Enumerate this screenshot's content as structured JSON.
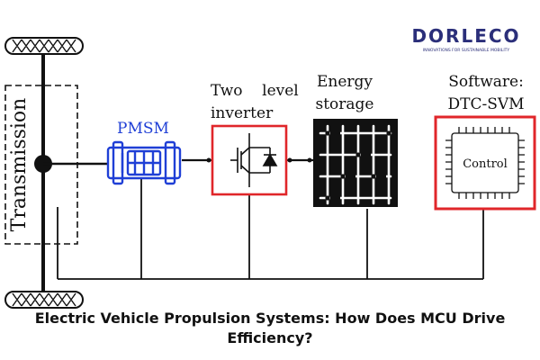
{
  "logo": {
    "text": "DORLECO",
    "tagline": "INNOVATIONS FOR SUSTAINABLE MOBILITY",
    "color": "#2b2f7a"
  },
  "diagram": {
    "transmission_label": "Transmission",
    "pmsm_label": "PMSM",
    "inverter_label_line1": "Two    level",
    "inverter_label_line2": "inverter",
    "storage_label_line1": "Energy",
    "storage_label_line2": "storage",
    "software_label_line1": "Software:",
    "software_label_line2": "DTC-SVM",
    "control_label": "Control",
    "colors": {
      "pmsm": "#1f3fd6",
      "inverter_border": "#e0262a",
      "control_border": "#e0262a",
      "storage_fill": "#111111"
    }
  },
  "caption": {
    "line1": "Electric Vehicle Propulsion Systems: How Does MCU Drive",
    "line2": "Efficiency?"
  }
}
